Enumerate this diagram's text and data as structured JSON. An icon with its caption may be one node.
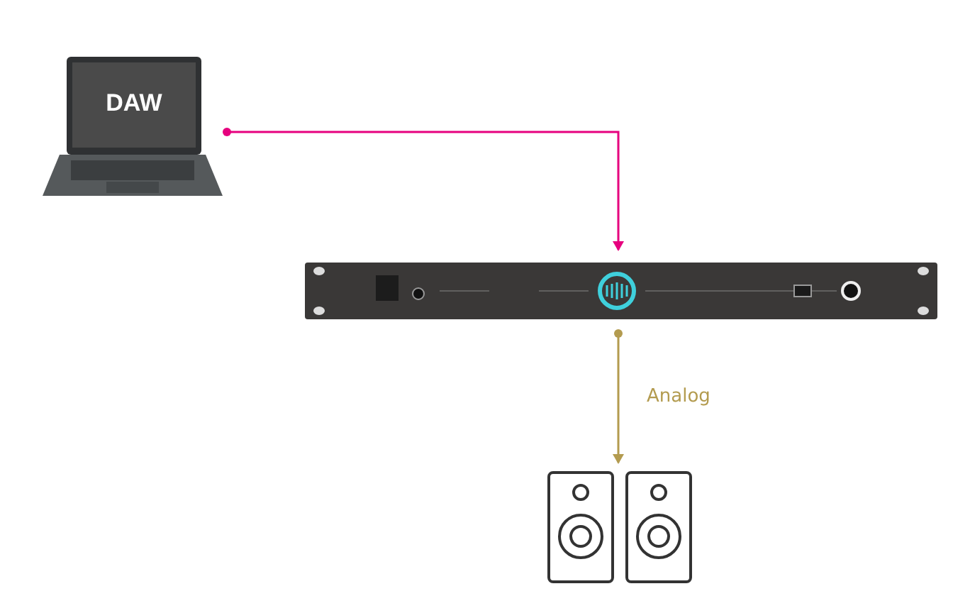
{
  "diagram": {
    "nodes": [
      {
        "text": [
          "DAW"
        ]
      },
      {
        "text": [],
        "shape": "picture"
      },
      {
        "text": [],
        "shape": "picture"
      }
    ],
    "edges": [
      {
        "from": 0,
        "to": 1,
        "arrow": "to",
        "color": "#e6007e"
      },
      {
        "from": 1,
        "to": 2,
        "arrow": "to",
        "label": "Analog",
        "color": "#b39b4f"
      }
    ]
  }
}
